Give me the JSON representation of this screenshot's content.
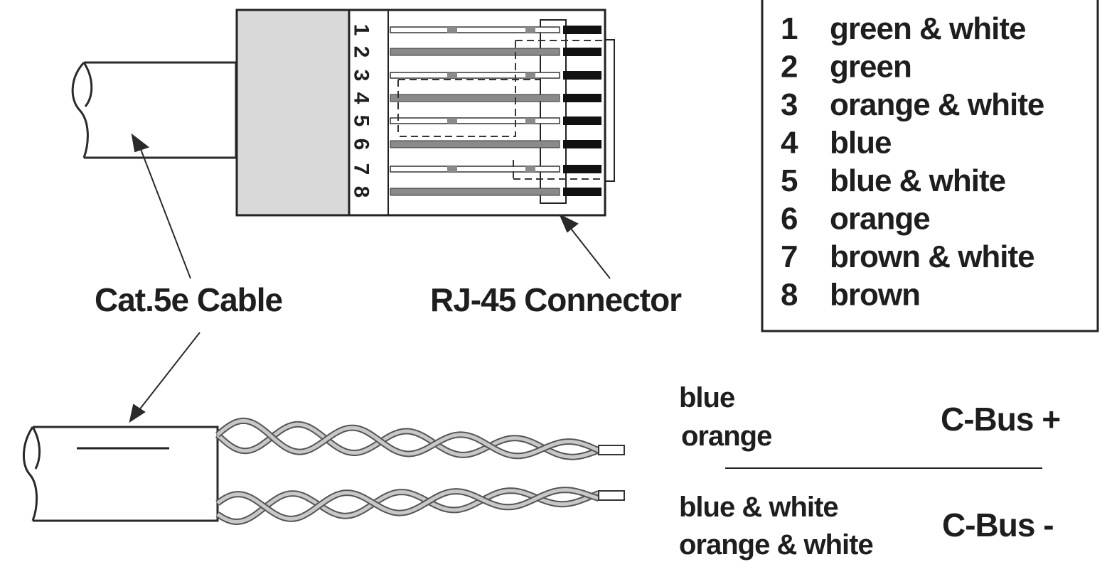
{
  "pin_numbers": [
    "1",
    "2",
    "3",
    "4",
    "5",
    "6",
    "7",
    "8"
  ],
  "labels": {
    "cable": "Cat.5e Cable",
    "connector": "RJ-45 Connector"
  },
  "legend": [
    {
      "pin": "1",
      "color": "green & white"
    },
    {
      "pin": "2",
      "color": "green"
    },
    {
      "pin": "3",
      "color": "orange & white"
    },
    {
      "pin": "4",
      "color": "blue"
    },
    {
      "pin": "5",
      "color": "blue & white"
    },
    {
      "pin": "6",
      "color": "orange"
    },
    {
      "pin": "7",
      "color": "brown & white"
    },
    {
      "pin": "8",
      "color": "brown"
    }
  ],
  "cbus": {
    "plus": {
      "wires": [
        "blue",
        "orange"
      ],
      "label": "C-Bus +"
    },
    "minus": {
      "wires": [
        "blue & white",
        "orange & white"
      ],
      "label": "C-Bus -"
    }
  }
}
